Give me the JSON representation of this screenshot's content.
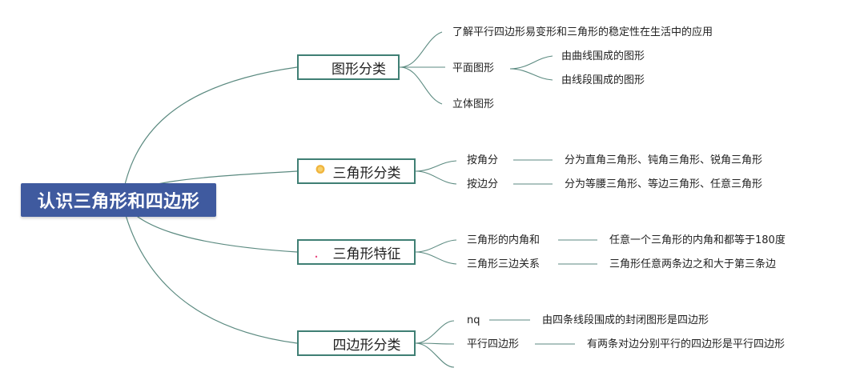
{
  "root": {
    "title": "认识三角形和四边形"
  },
  "branches": [
    {
      "label": "图形分类",
      "icon": "star-icon",
      "children": [
        "了解平行四边形易变形和三角形的稳定性在生活中的应用",
        "平面图形",
        "立体图形"
      ],
      "plane_children": [
        "由曲线围成的图形",
        "由线段围成的图形"
      ]
    },
    {
      "label": "三角形分类",
      "icon": "medal-icon",
      "children": [
        "按角分",
        "按边分"
      ],
      "details": [
        "分为直角三角形、钝角三角形、锐角三角形",
        "分为等腰三角形、等边三角形、任意三角形"
      ]
    },
    {
      "label": "三角形特征",
      "icon": "sparkle-icon",
      "children": [
        "三角形的内角和",
        "三角形三边关系"
      ],
      "details": [
        "任意一个三角形的内角和都等于180度",
        "三角形任意两条边之和大于第三条边"
      ]
    },
    {
      "label": "四边形分类",
      "icon": "flame-icon",
      "children": [
        "nq",
        "平行四边形"
      ],
      "details": [
        "由四条线段围成的封闭图形是四边形",
        "有两条对边分别平行的四边形是平行四边形"
      ]
    }
  ],
  "colors": {
    "root_bg": "#3f5a9f",
    "root_text": "#ffffff",
    "branch_border": "#3f7f74",
    "connector": "#5b8a80",
    "star": "#e56a3a",
    "medal_outer": "#f0b43c",
    "medal_inner": "#f6d06c",
    "sparkle_pink": "#ea3f7a",
    "sparkle_orange": "#f08a24",
    "flame_blue": "#2d7ce0"
  }
}
